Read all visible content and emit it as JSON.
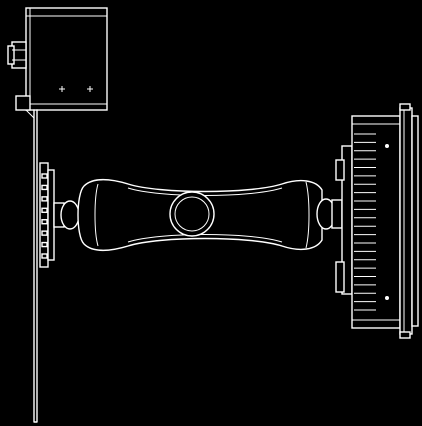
{
  "diagram": {
    "background_color": "#000000",
    "line_color": "#ffffff",
    "components": {
      "device_box": {
        "name": "device-box",
        "screw_count": 2
      },
      "mount_plate": {
        "name": "mounting-plate",
        "bolt_count": 8
      },
      "arm": {
        "name": "double-socket-arm",
        "knob_count": 1
      },
      "light_head": {
        "name": "light-head",
        "fin_count": 22
      }
    }
  }
}
